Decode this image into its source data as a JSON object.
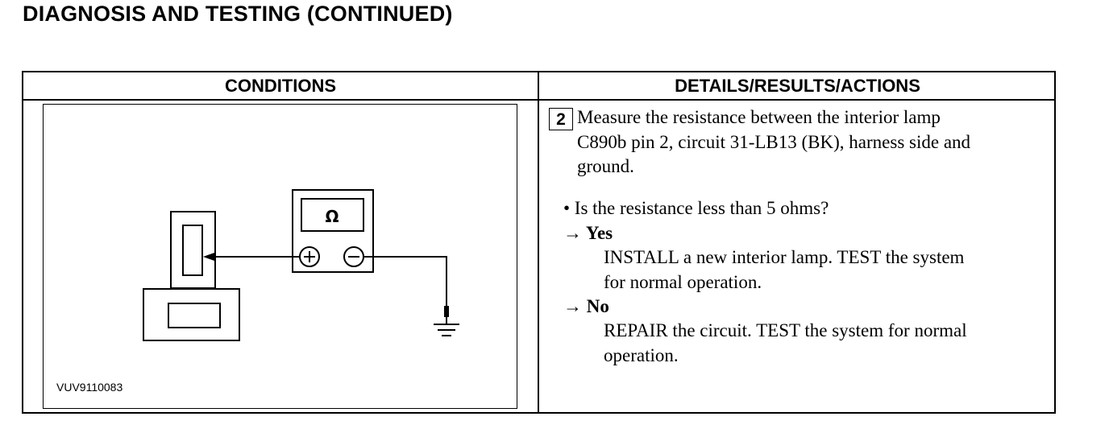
{
  "page": {
    "title": "DIAGNOSIS AND TESTING (CONTINUED)"
  },
  "table": {
    "conditions_header": "CONDITIONS",
    "details_header": "DETAILS/RESULTS/ACTIONS"
  },
  "figure": {
    "meter_symbol": "Ω",
    "positive_terminal": "+",
    "negative_terminal": "−",
    "figure_id": "VUV9110083"
  },
  "step": {
    "number": "2",
    "instruction": "Measure the resistance between the interior lamp\nC890b pin 2, circuit 31-LB13 (BK), harness side and\nground.",
    "question": "• Is the resistance less than 5 ohms?",
    "yes_label": "→ Yes",
    "yes_action": "INSTALL a new interior lamp. TEST the system\nfor normal operation.",
    "no_label": "→ No",
    "no_action": "REPAIR the circuit. TEST the system for normal\noperation."
  }
}
